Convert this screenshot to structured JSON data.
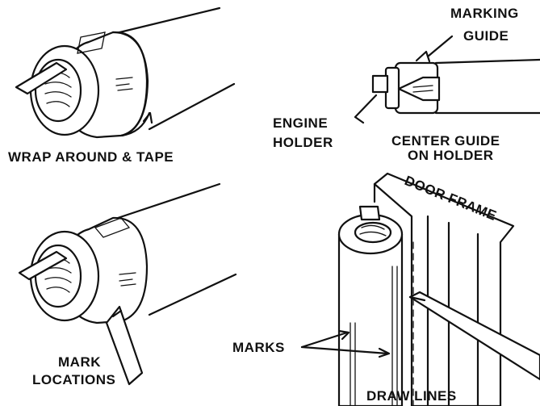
{
  "labels": {
    "wrap_around": "WRAP AROUND & TAPE",
    "marking_guide_1": "MARKING",
    "marking_guide_2": "GUIDE",
    "engine_holder_1": "ENGINE",
    "engine_holder_2": "HOLDER",
    "center_guide_1": "CENTER GUIDE",
    "center_guide_2": "ON HOLDER",
    "door_frame": "DOOR FRAME",
    "marks": "MARKS",
    "mark_locations_1": "MARK",
    "mark_locations_2": "LOCATIONS",
    "draw_lines": "DRAW LINES"
  },
  "colors": {
    "ink": "#111111",
    "paper": "#ffffff"
  }
}
